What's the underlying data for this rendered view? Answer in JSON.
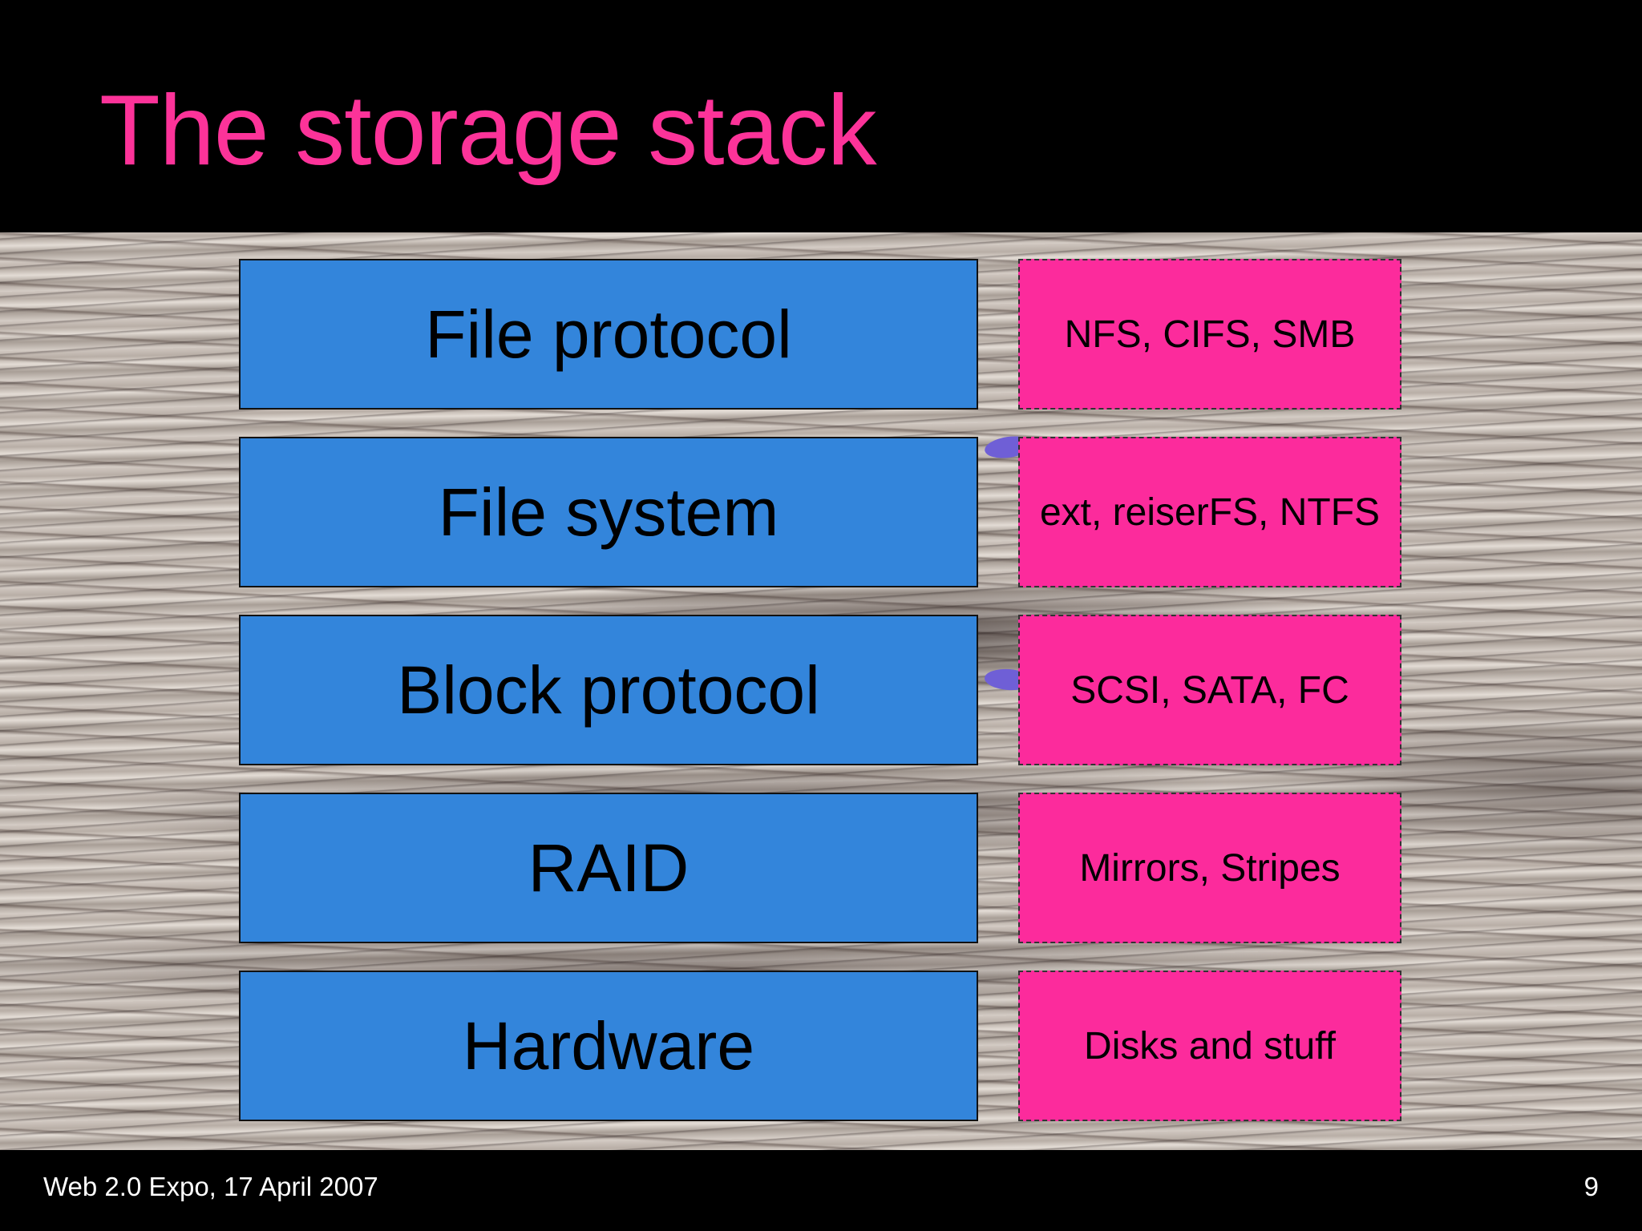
{
  "title": "The storage stack",
  "layers": [
    {
      "label": "File protocol",
      "examples": "NFS, CIFS, SMB"
    },
    {
      "label": "File system",
      "examples": "ext, reiserFS, NTFS"
    },
    {
      "label": "Block protocol",
      "examples": "SCSI, SATA, FC"
    },
    {
      "label": "RAID",
      "examples": "Mirrors, Stripes"
    },
    {
      "label": "Hardware",
      "examples": "Disks and stuff"
    }
  ],
  "footer": {
    "event": "Web 2.0 Expo, 17 April 2007",
    "page_number": "9"
  },
  "colors": {
    "title": "#fc3399",
    "layer_box": "#3385db",
    "example_box": "#fc2b9c",
    "background": "#000000"
  }
}
